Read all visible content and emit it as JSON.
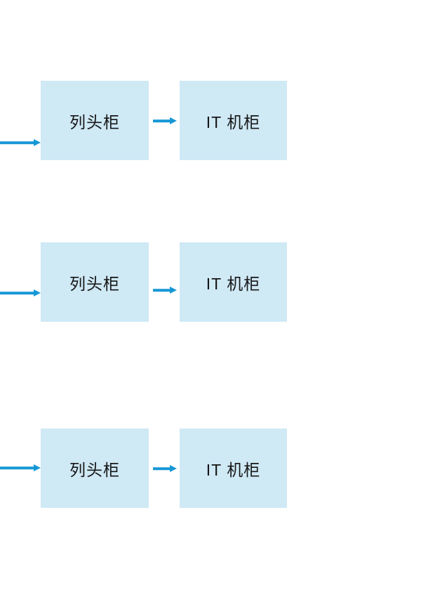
{
  "colors": {
    "background": "#ffffff",
    "box_fill": "#cfe9f5",
    "arrow": "#1697d6",
    "text": "#161616"
  },
  "diagram": {
    "rows": [
      {
        "source_label": "列头柜",
        "target_label": "IT 机柜"
      },
      {
        "source_label": "列头柜",
        "target_label": "IT 机柜"
      },
      {
        "source_label": "列头柜",
        "target_label": "IT 机柜"
      }
    ]
  }
}
